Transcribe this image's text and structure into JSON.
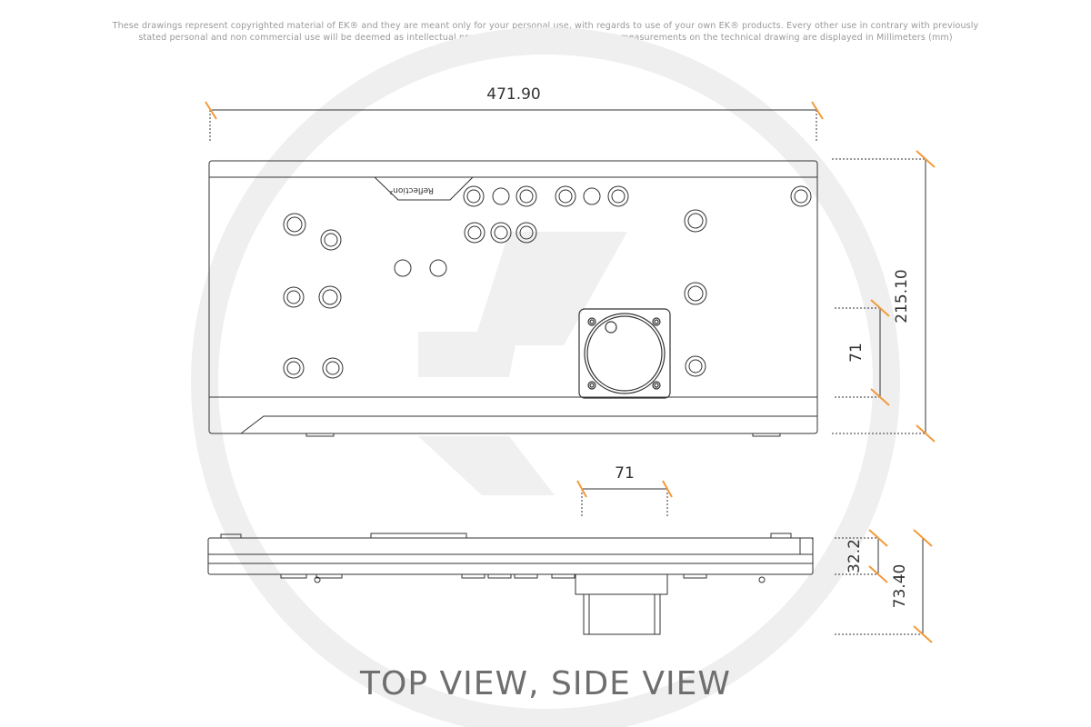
{
  "disclaimer": {
    "line1": "These drawings represent copyrighted material of EK® and they are meant only for your personal use, with regards to use of your own EK® products. Every other use in contrary with previously",
    "line2": "stated personal and non commercial use will be deemed as intellectual property rights infringement.All the measurements on the technical drawing are displayed in Millimeters (mm)"
  },
  "dimensions": {
    "width": "471.90",
    "height": "215.10",
    "port_spacing_vertical": "71",
    "port_spacing_horizontal": "71",
    "side_small": "32.2",
    "side_total": "73.40"
  },
  "logo_text": "Reflection²",
  "caption": "TOP VIEW, SIDE VIEW",
  "colors": {
    "dimension_tick": "#f39a3a",
    "outline": "#333333",
    "watermark": "#efefef"
  }
}
